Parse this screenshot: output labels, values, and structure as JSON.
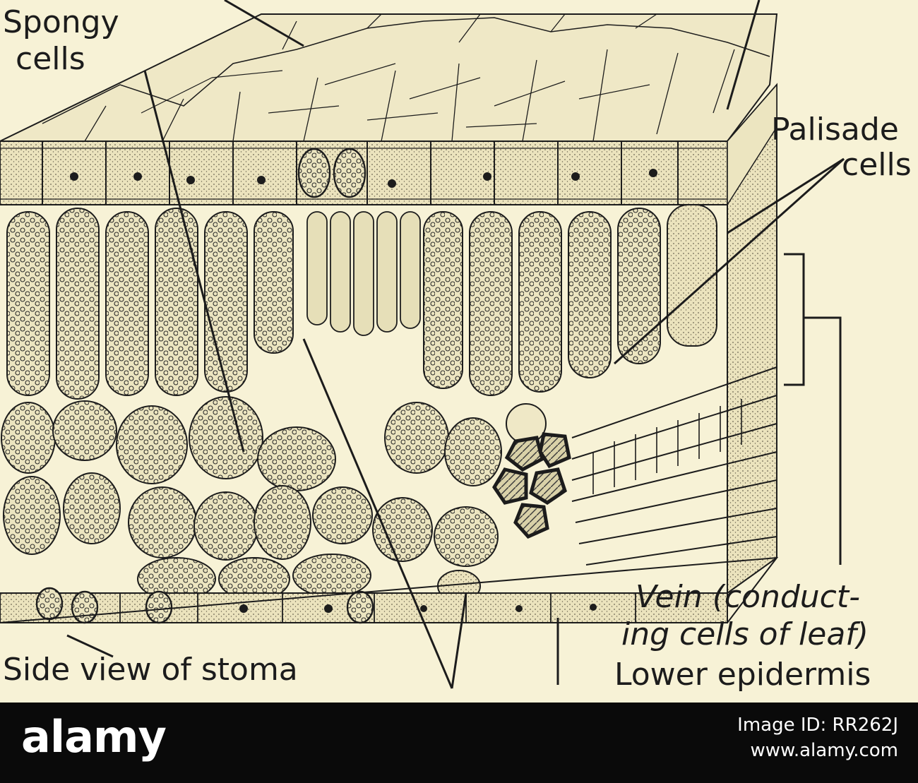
{
  "labels": {
    "spongy_line1": "Spongy",
    "spongy_line2": "cells",
    "palisade_line1": "Palisade",
    "palisade_line2": "cells",
    "vein_line1": "Vein (conduct-",
    "vein_line2": "ing cells of leaf)",
    "side_view": "Side view of stoma",
    "lower_epidermis": "Lower epidermis"
  },
  "footer": {
    "brand": "alamy",
    "image_id": "Image ID: RR262J",
    "site": "www.alamy.com"
  },
  "colors": {
    "background": "#f7f2d6",
    "cell_fill": "#ece5c0",
    "ink": "#1c1c1c",
    "footer_bg": "#0a0a0a",
    "footer_text": "#ffffff"
  }
}
